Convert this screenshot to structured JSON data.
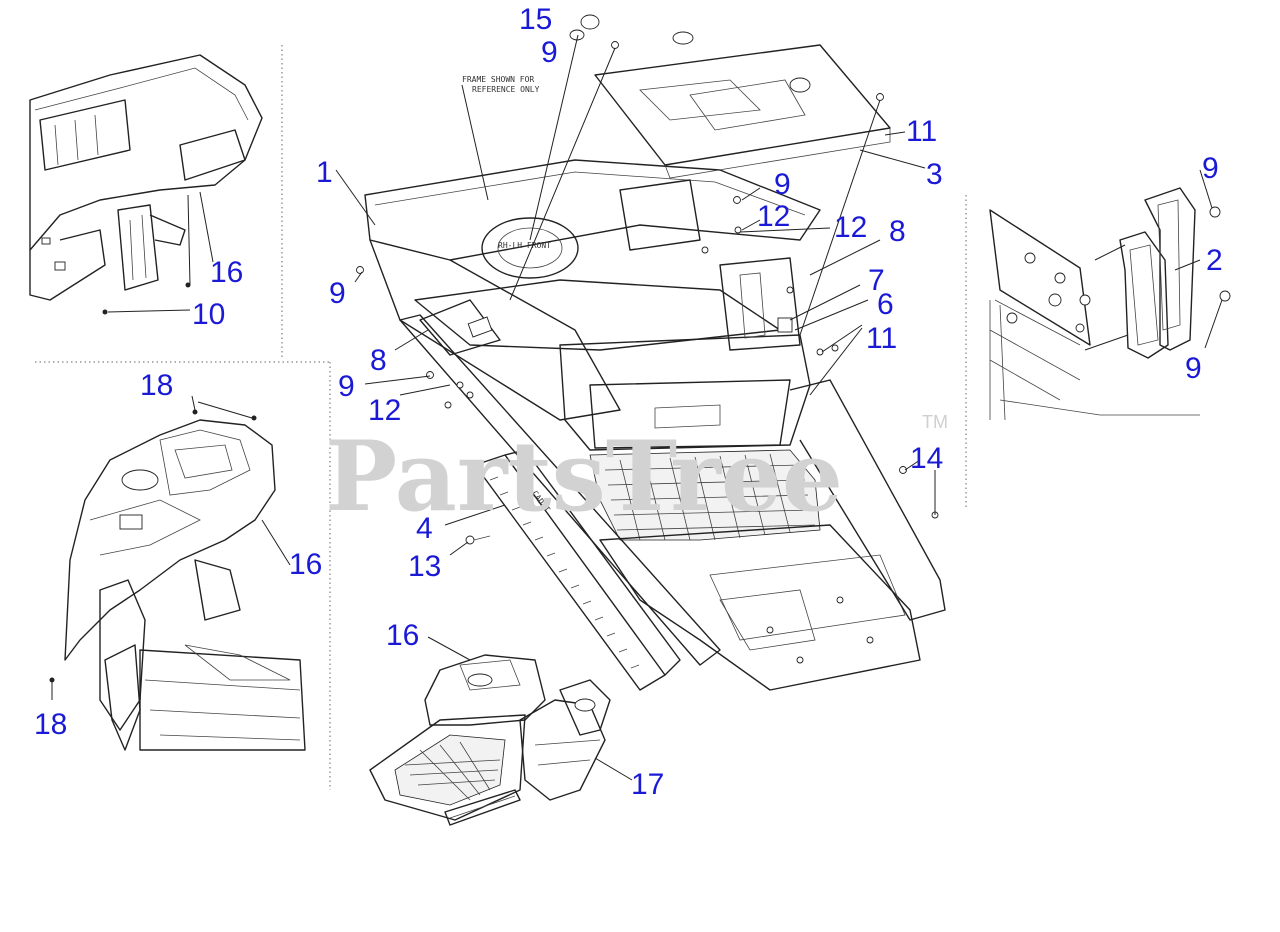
{
  "diagram": {
    "reference_note": [
      "FRAME SHOWN FOR",
      "REFERENCE ONLY"
    ],
    "frame_label": "RH-LH FRONT",
    "tread_text": "CUB CADET",
    "callouts": {
      "c15": "15",
      "c9a": "9",
      "c11a": "11",
      "c3": "3",
      "c1": "1",
      "c9b": "9",
      "c12a": "12",
      "c12b": "12",
      "c8a": "8",
      "c7": "7",
      "c6": "6",
      "c11b": "11",
      "c9c": "9",
      "c8b": "8",
      "c9d": "9",
      "c12c": "12",
      "c14": "14",
      "c4": "4",
      "c13": "13",
      "c16a": "16",
      "c10": "10",
      "c18a": "18",
      "c16b": "16",
      "c18b": "18",
      "c16c": "16",
      "c17": "17",
      "c9e": "9",
      "c2": "2",
      "c9f": "9"
    }
  },
  "watermark": {
    "brand": "PartsTree",
    "tm": "TM"
  },
  "colors": {
    "callout": "#1a1ad6",
    "line": "#222222",
    "watermark": "#d2d2d2"
  }
}
